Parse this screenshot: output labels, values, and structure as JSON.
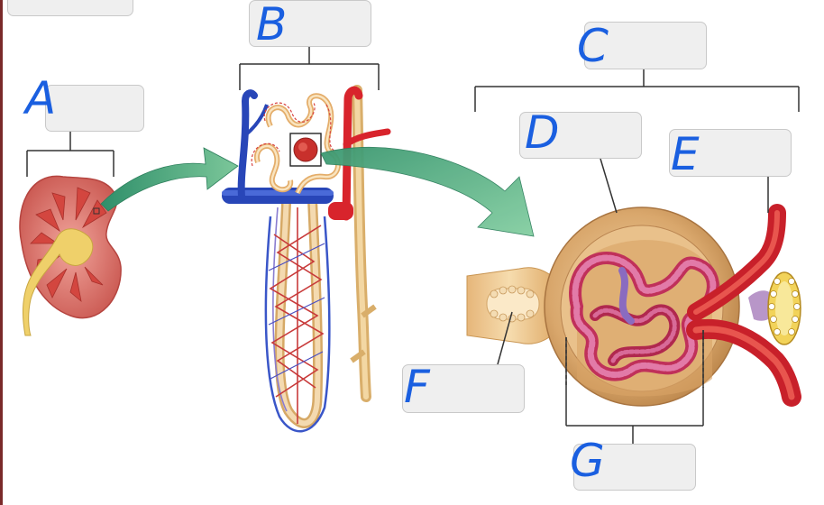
{
  "labels": [
    {
      "id": "A",
      "letter": "A",
      "answer": ""
    },
    {
      "id": "B",
      "letter": "B",
      "answer": ""
    },
    {
      "id": "C",
      "letter": "C",
      "answer": ""
    },
    {
      "id": "D",
      "letter": "D",
      "answer": ""
    },
    {
      "id": "E",
      "letter": "E",
      "answer": ""
    },
    {
      "id": "F",
      "letter": "F",
      "answer": ""
    },
    {
      "id": "G",
      "letter": "G",
      "answer": ""
    }
  ],
  "colors": {
    "letter": "#1a5fe0",
    "box_fill": "#efefef",
    "box_border": "#c9c9c9",
    "artery": "#d8242c",
    "vein": "#2a4fc0",
    "tubule": "#efc88e",
    "capsule": "#d7a870",
    "kidney": "#e07a74",
    "arrow": "#3fa36f"
  }
}
